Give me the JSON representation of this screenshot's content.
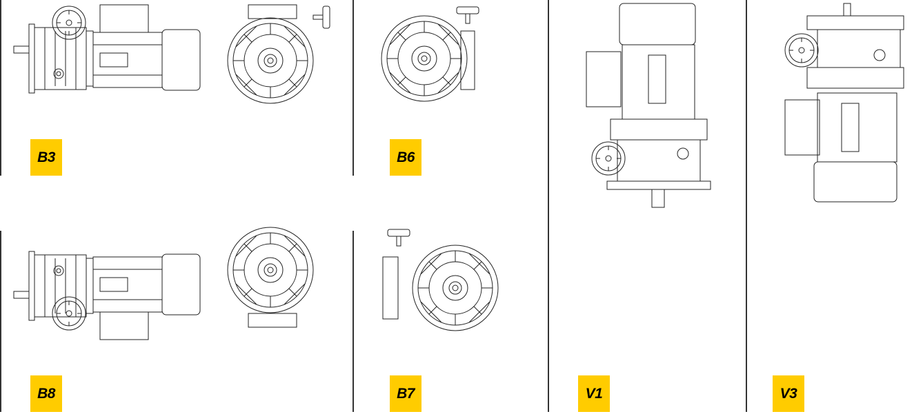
{
  "mounting_positions": [
    {
      "code": "B3"
    },
    {
      "code": "B6"
    },
    {
      "code": "B8"
    },
    {
      "code": "B7"
    },
    {
      "code": "V1"
    },
    {
      "code": "V3"
    }
  ],
  "colors": {
    "label_bg": "#FFCC00",
    "line": "#222222"
  }
}
